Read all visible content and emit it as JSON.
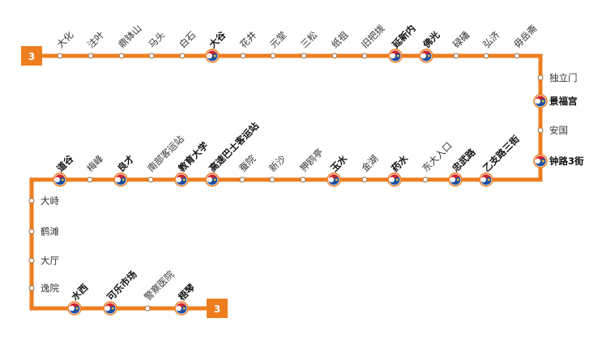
{
  "line": {
    "number": "3",
    "color": "#ED7D1F",
    "marker_color": "#ED7D1F"
  },
  "stations": {
    "top_row": [
      {
        "name": "大化",
        "transfer": false
      },
      {
        "name": "注叶",
        "transfer": false
      },
      {
        "name": "鼎钵山",
        "transfer": false
      },
      {
        "name": "马头",
        "transfer": false
      },
      {
        "name": "白石",
        "transfer": false
      },
      {
        "name": "大谷",
        "transfer": true
      },
      {
        "name": "花井",
        "transfer": false
      },
      {
        "name": "元堂",
        "transfer": false
      },
      {
        "name": "三松",
        "transfer": false
      },
      {
        "name": "纸祖",
        "transfer": false
      },
      {
        "name": "旧把拨",
        "transfer": false
      },
      {
        "name": "延新内",
        "transfer": true
      },
      {
        "name": "佛光",
        "transfer": true
      },
      {
        "name": "碌磻",
        "transfer": false
      },
      {
        "name": "弘济",
        "transfer": false
      },
      {
        "name": "毋岳斋",
        "transfer": false
      }
    ],
    "right_column": [
      {
        "name": "独立门",
        "transfer": false
      },
      {
        "name": "景福宫",
        "transfer": true
      },
      {
        "name": "安国",
        "transfer": false
      },
      {
        "name": "钟路3街",
        "transfer": true
      }
    ],
    "middle_row": [
      {
        "name": "乙支路三街",
        "transfer": true
      },
      {
        "name": "忠武路",
        "transfer": true
      },
      {
        "name": "东大入口",
        "transfer": false
      },
      {
        "name": "药水",
        "transfer": true
      },
      {
        "name": "金湖",
        "transfer": false
      },
      {
        "name": "玉水",
        "transfer": true
      },
      {
        "name": "狎鸥亭",
        "transfer": false
      },
      {
        "name": "新沙",
        "transfer": false
      },
      {
        "name": "蚕院",
        "transfer": false
      },
      {
        "name": "高速巴士客运站",
        "transfer": true
      },
      {
        "name": "教育大学",
        "transfer": true
      },
      {
        "name": "南部客运站",
        "transfer": false
      },
      {
        "name": "良才",
        "transfer": true
      },
      {
        "name": "梅峰",
        "transfer": false
      },
      {
        "name": "道谷",
        "transfer": true
      }
    ],
    "left_column": [
      {
        "name": "大峙",
        "transfer": false
      },
      {
        "name": "鹤滩",
        "transfer": false
      },
      {
        "name": "大厅",
        "transfer": false
      },
      {
        "name": "逸院",
        "transfer": false
      }
    ],
    "bottom_row": [
      {
        "name": "水西",
        "transfer": true
      },
      {
        "name": "可乐市场",
        "transfer": true
      },
      {
        "name": "警察医院",
        "transfer": false
      },
      {
        "name": "梧琴",
        "transfer": true
      }
    ]
  },
  "transfer_icon": "taegeuk-transfer-icon",
  "station_icon": "station-dot-icon"
}
